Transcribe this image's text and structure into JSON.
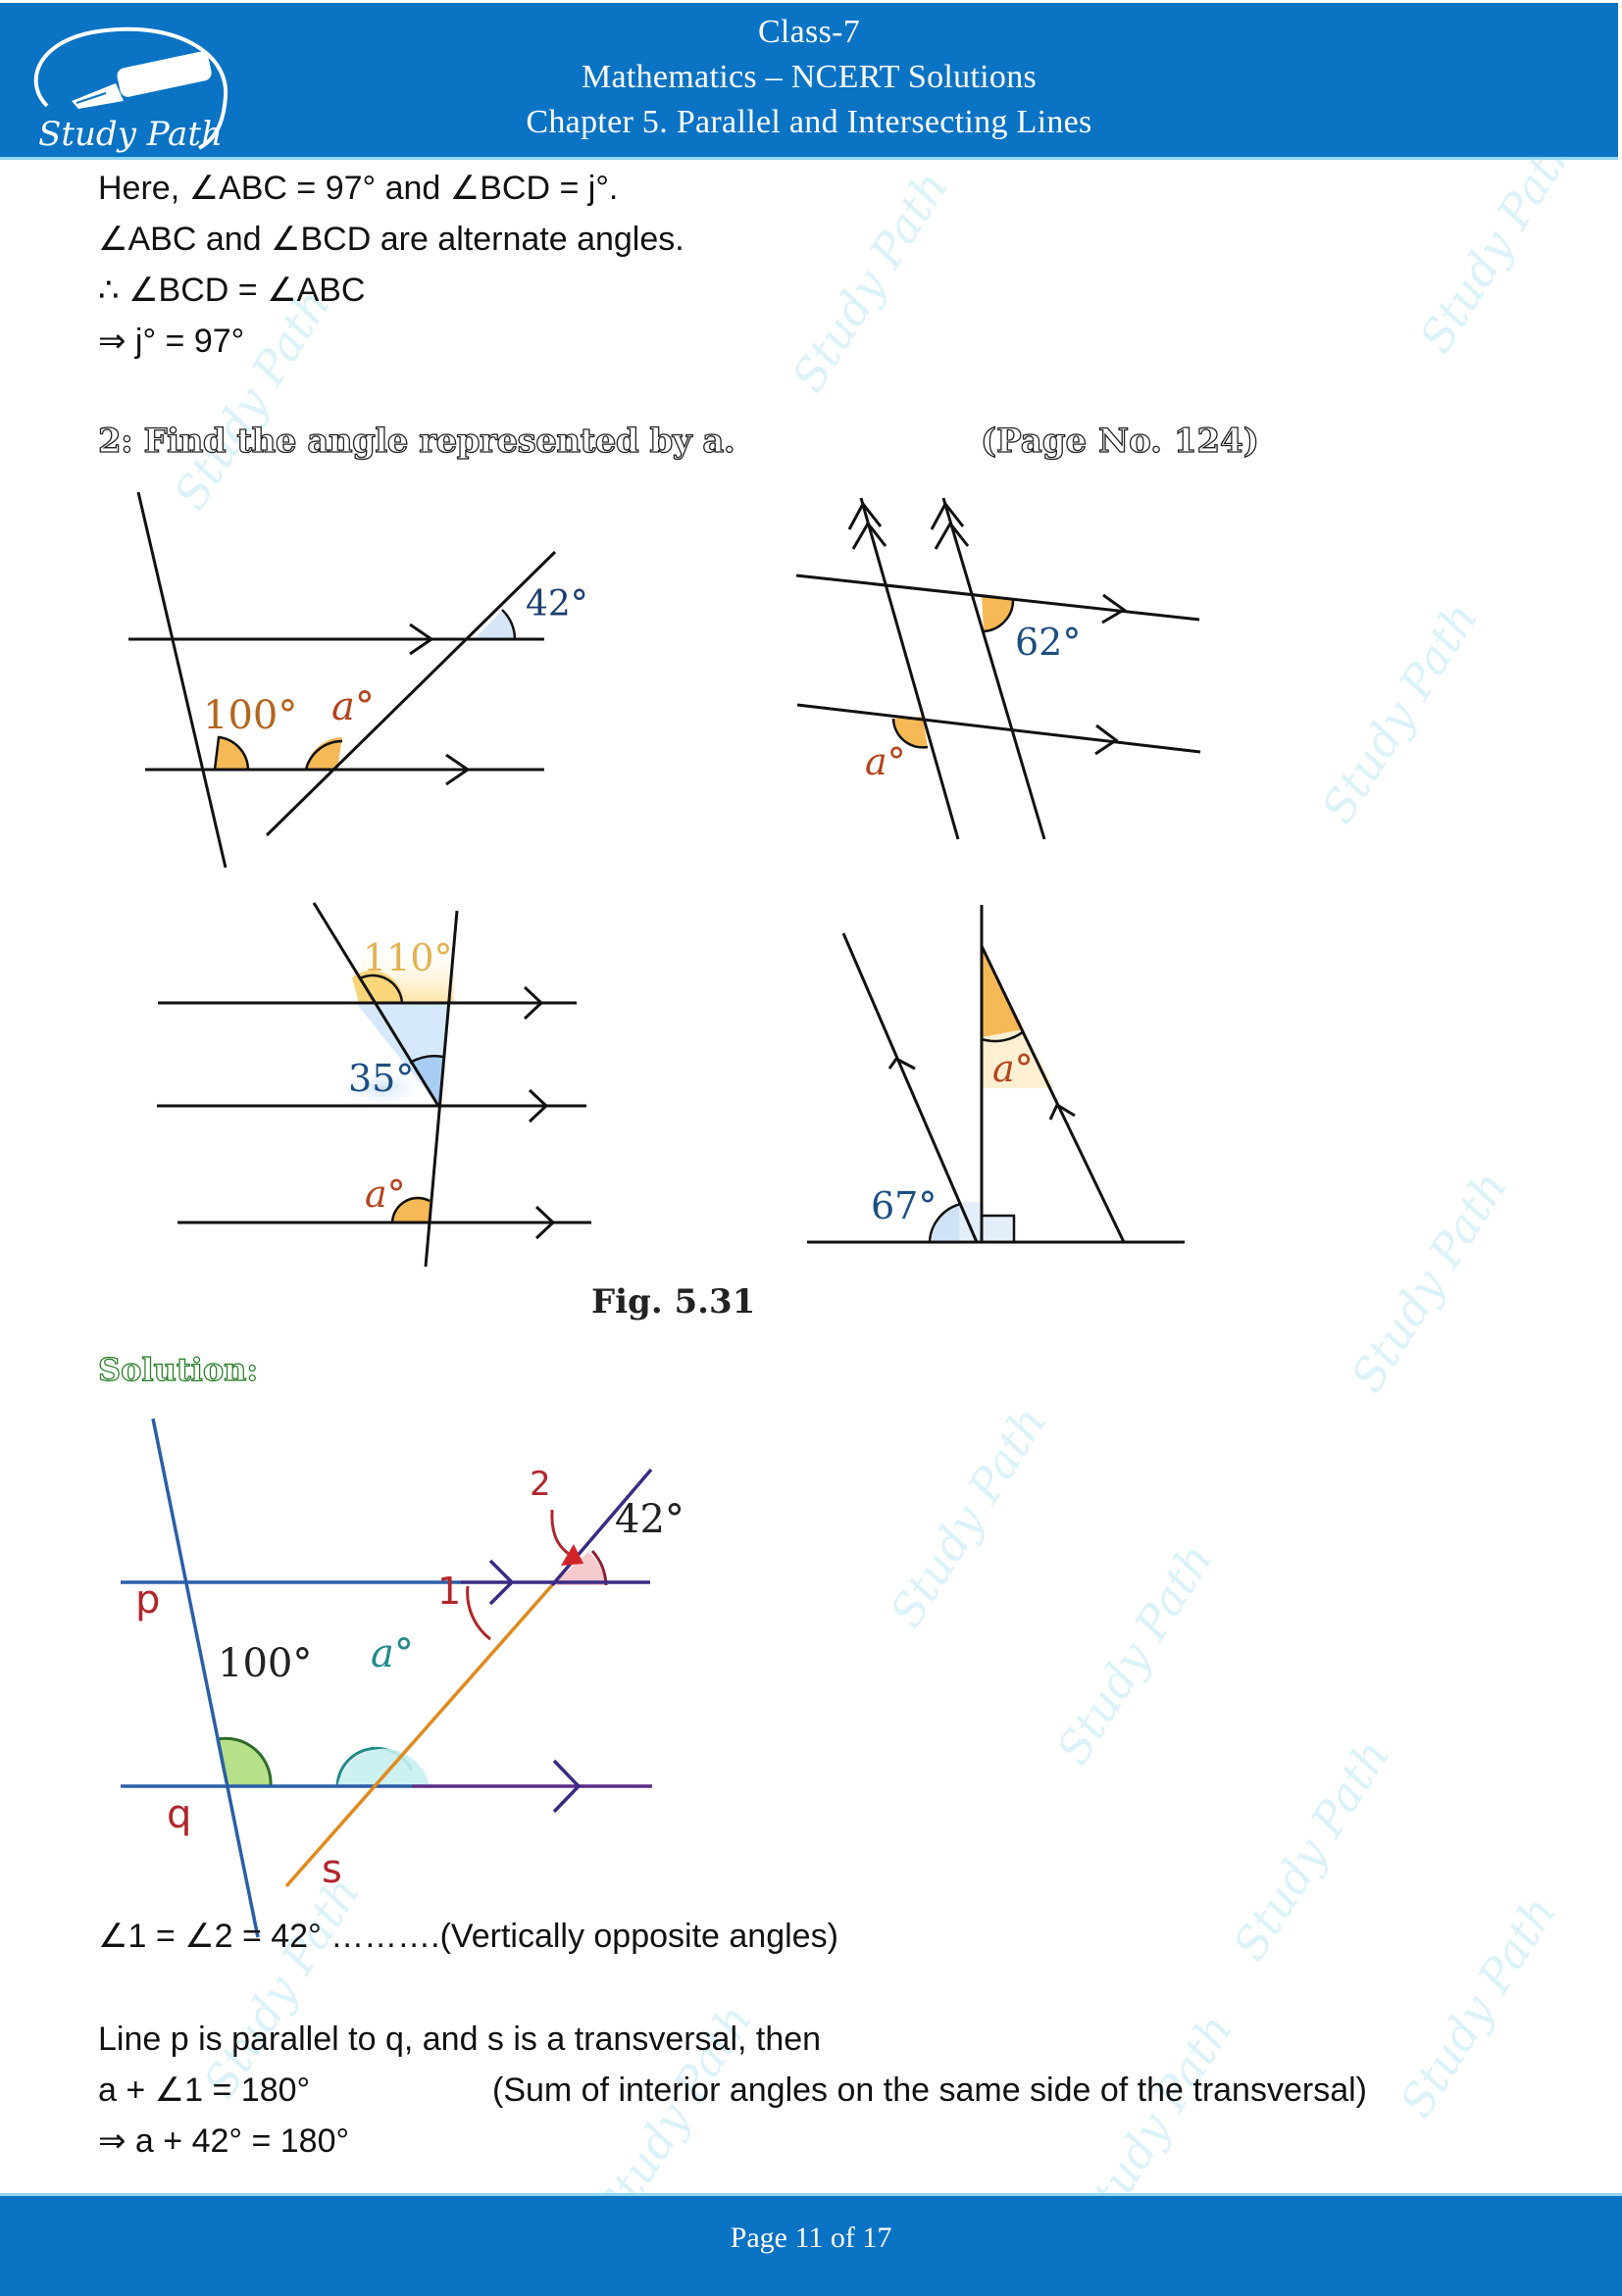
{
  "header": {
    "logo_text": "Study Path",
    "line1": "Class-7",
    "line2": "Mathematics – NCERT Solutions",
    "line3": "Chapter 5. Parallel and Intersecting Lines",
    "color": "#0A73C4"
  },
  "prev_solution": {
    "lines": [
      "Here, ∠ABC = 97° and ∠BCD = j°.",
      "∠ABC and ∠BCD are alternate angles.",
      "∴ ∠BCD = ∠ABC",
      "⇒ j° = 97°"
    ]
  },
  "question": {
    "heading": "2: Find the angle represented by a.",
    "page_ref": "(Page No. 124)"
  },
  "figure": {
    "caption": "Fig. 5.31",
    "panel1": {
      "angle_top": "42°",
      "angle_left": "100°",
      "unknown": "a°"
    },
    "panel2": {
      "angle_top": "62°",
      "unknown": "a°"
    },
    "panel3": {
      "angle_top": "110°",
      "angle_mid": "35°",
      "unknown": "a°"
    },
    "panel4": {
      "angle_base": "67°",
      "unknown": "a°"
    }
  },
  "solution": {
    "heading": "Solution:",
    "diagram": {
      "line_p": "p",
      "line_q": "q",
      "line_s": "s",
      "angle_100": "100°",
      "angle_a": "a°",
      "angle_42": "42°",
      "label_1": "1",
      "label_2": "2"
    },
    "steps": [
      {
        "text": "∠1 = ∠2 = 42° ……….(Vertically opposite angles)"
      },
      {
        "text": "Line p is parallel to q, and s is a transversal, then"
      },
      {
        "text": "a + ∠1 = 180°",
        "reason": "(Sum of interior angles on the same side of the transversal)"
      },
      {
        "text": "⇒ a + 42° = 180°"
      }
    ]
  },
  "footer": {
    "page_label": "Page 11 of 17",
    "current_page": 11,
    "total_pages": 17
  },
  "watermark": "Study Path"
}
